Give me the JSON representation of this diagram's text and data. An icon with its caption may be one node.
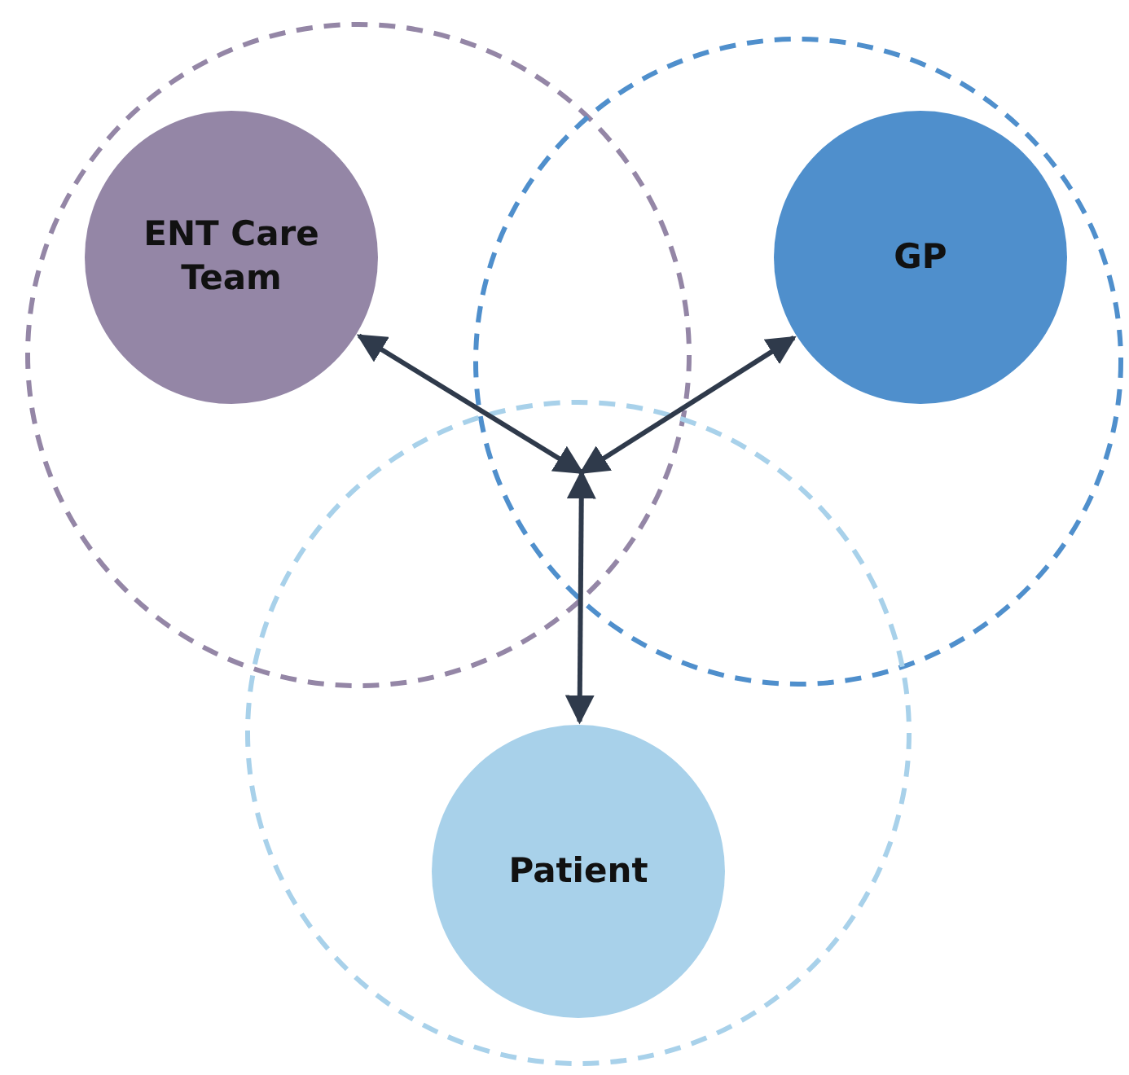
{
  "diagram": {
    "nodes": [
      {
        "text": [],
        "shape": "circle"
      },
      {
        "text": [
          "ENT Care Team"
        ],
        "in": 0
      },
      {
        "text": [],
        "shape": "circle"
      },
      {
        "text": [
          "GP"
        ],
        "in": 2
      },
      {
        "text": [],
        "shape": "circle"
      },
      {
        "text": [
          "Patient"
        ],
        "in": 4
      }
    ],
    "edges": [
      {
        "from": null,
        "to": 1,
        "arrow": "both"
      },
      {
        "from": null,
        "to": 3,
        "arrow": "both"
      },
      {
        "from": null,
        "to": 5,
        "arrow": "both"
      }
    ]
  }
}
